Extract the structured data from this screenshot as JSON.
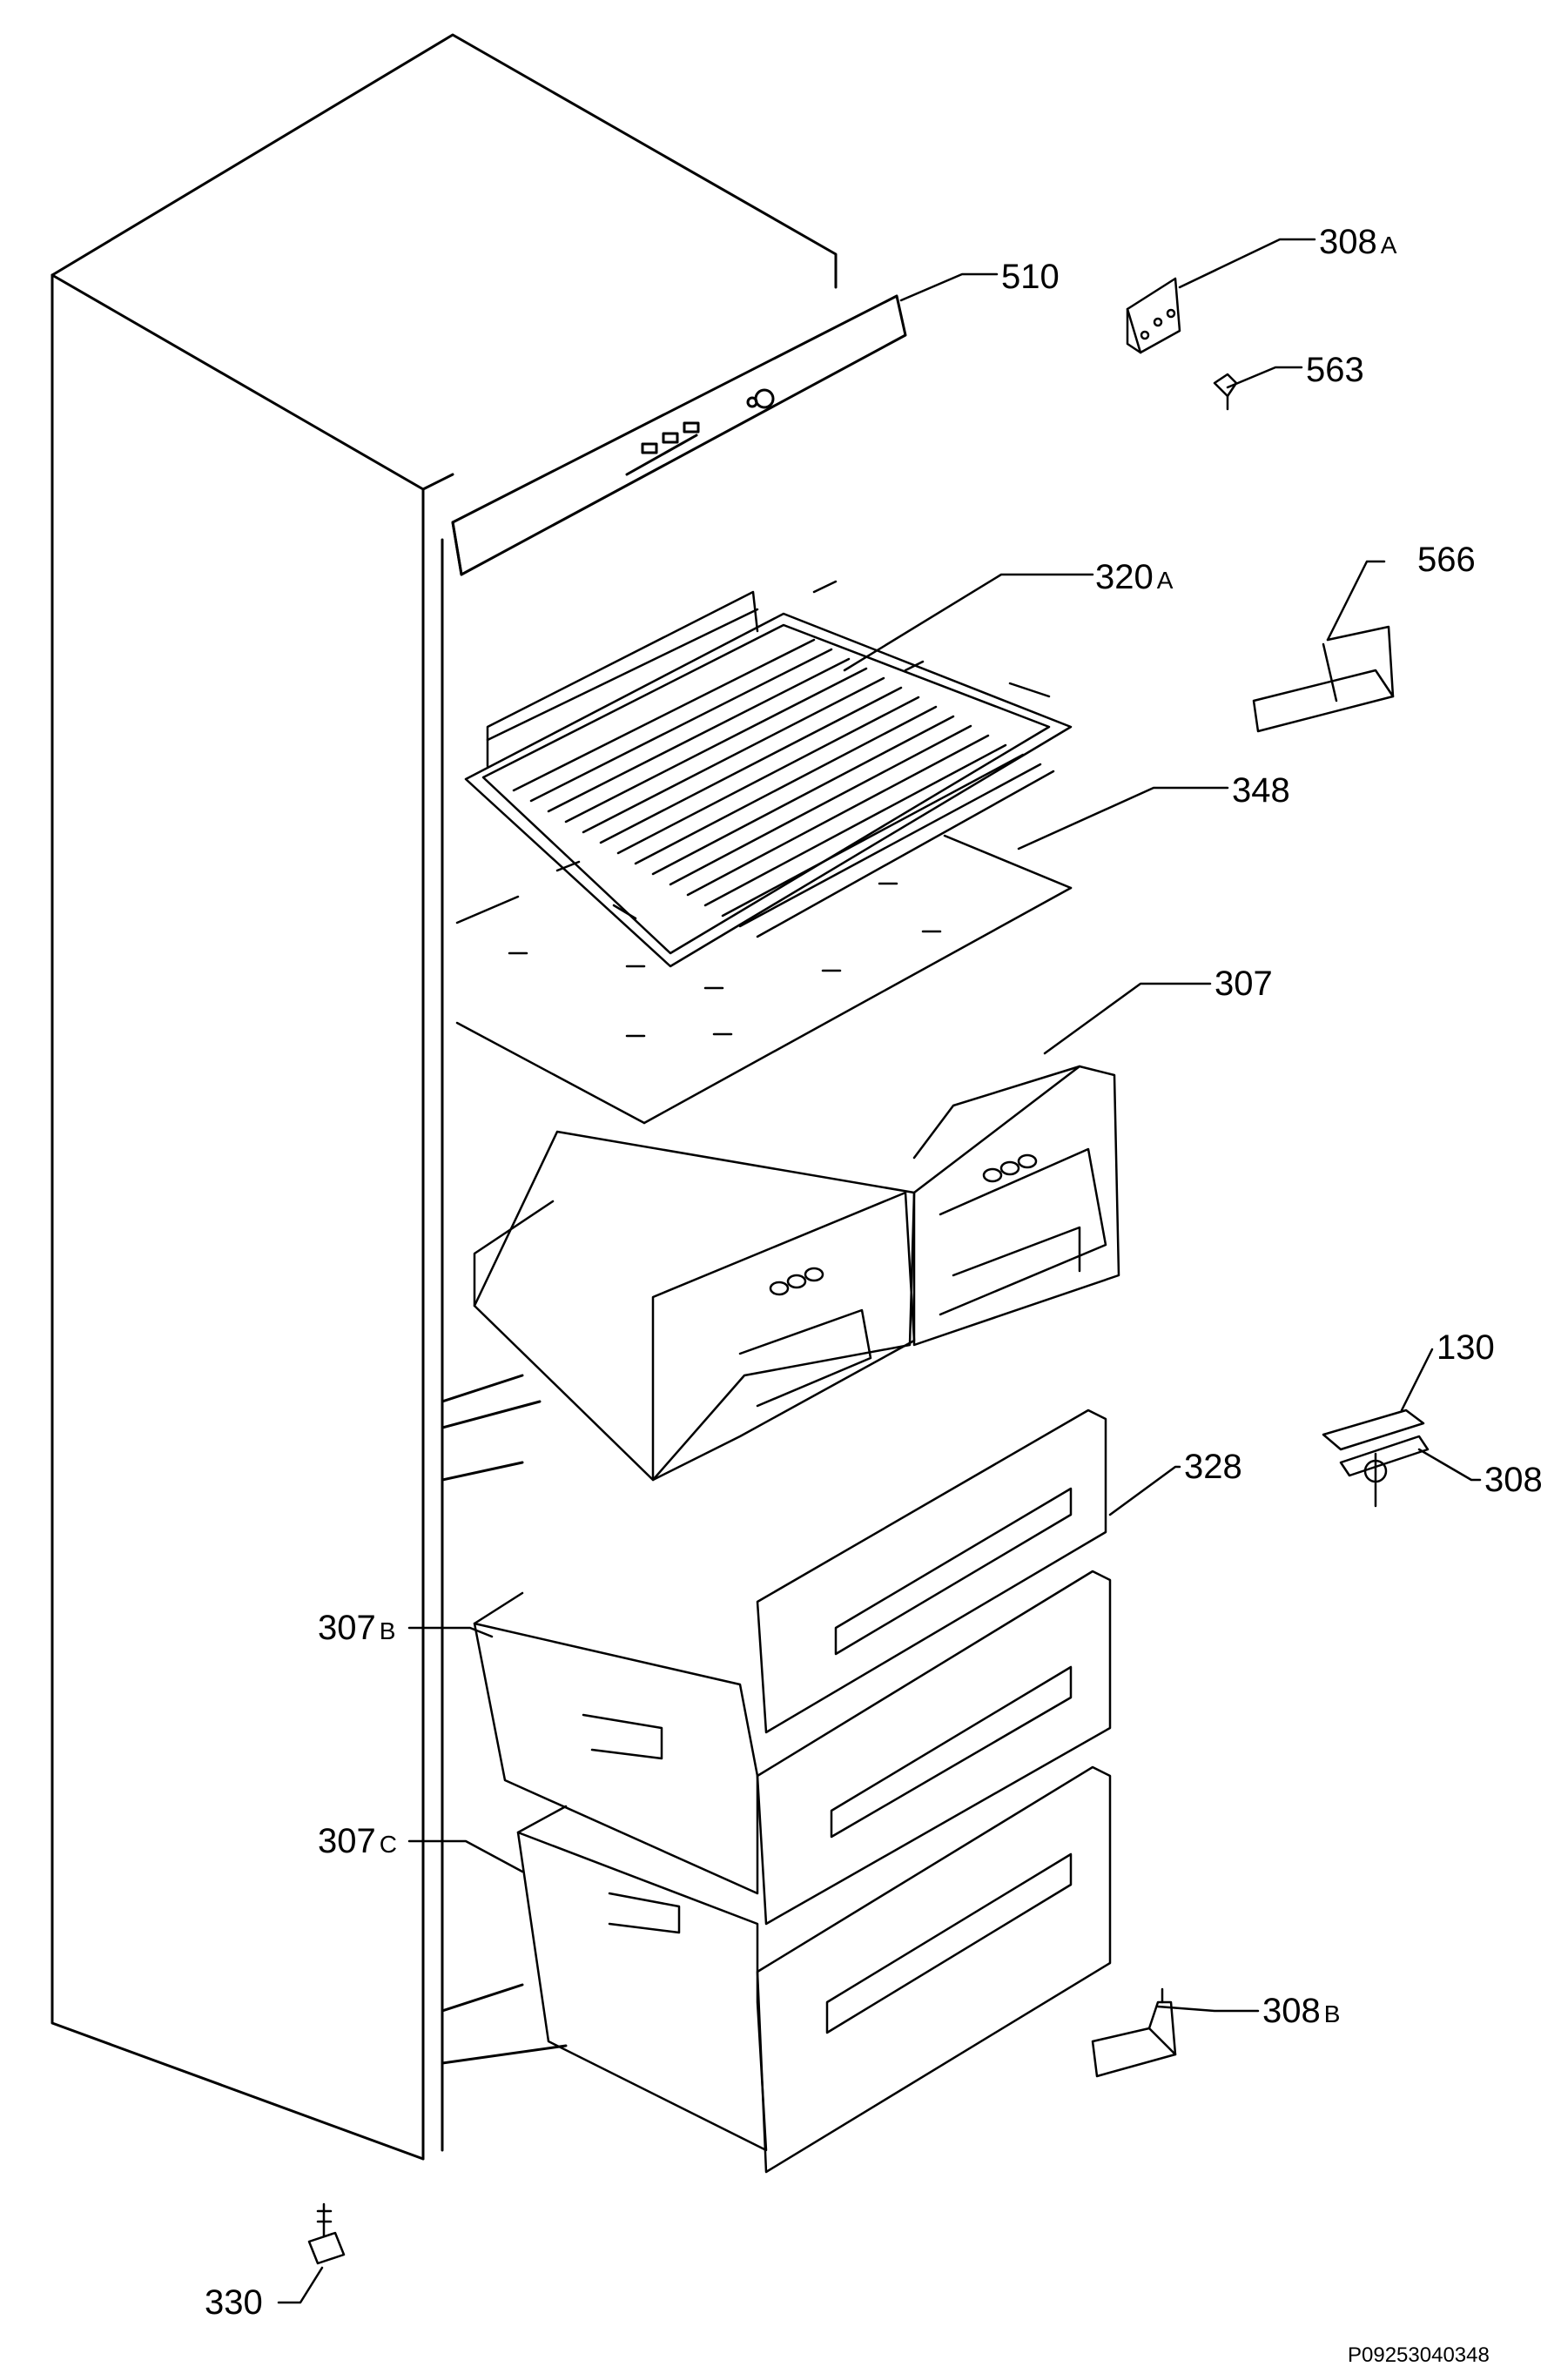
{
  "diagram": {
    "document_id": "P09253040348",
    "part_labels": [
      {
        "id": "510",
        "text": "510",
        "suffix": ""
      },
      {
        "id": "308A",
        "text": "308",
        "suffix": "A"
      },
      {
        "id": "563",
        "text": "563",
        "suffix": ""
      },
      {
        "id": "566",
        "text": "566",
        "suffix": ""
      },
      {
        "id": "320A",
        "text": "320",
        "suffix": "A"
      },
      {
        "id": "348",
        "text": "348",
        "suffix": ""
      },
      {
        "id": "307",
        "text": "307",
        "suffix": ""
      },
      {
        "id": "130",
        "text": "130",
        "suffix": ""
      },
      {
        "id": "308",
        "text": "308",
        "suffix": ""
      },
      {
        "id": "328",
        "text": "328",
        "suffix": ""
      },
      {
        "id": "307B",
        "text": "307",
        "suffix": "B"
      },
      {
        "id": "307C",
        "text": "307",
        "suffix": "C"
      },
      {
        "id": "308B",
        "text": "308",
        "suffix": "B"
      },
      {
        "id": "330",
        "text": "330",
        "suffix": ""
      }
    ]
  }
}
